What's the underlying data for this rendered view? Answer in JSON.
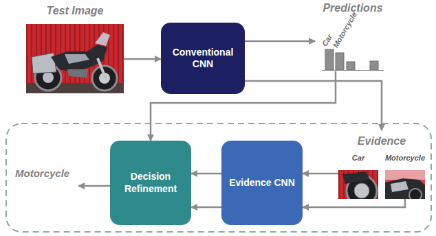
{
  "diagram": {
    "nodes": [
      {
        "text": [
          "Test Image"
        ]
      },
      {
        "text": [
          "Conventional CNN"
        ]
      },
      {
        "text": [
          "Predictions"
        ]
      },
      {
        "text": [
          "Evidence"
        ]
      },
      {
        "text": [
          "Car"
        ],
        "in": 3
      },
      {
        "text": [
          "Motorcycle"
        ],
        "in": 3
      },
      {
        "text": [
          "Evidence CNN"
        ]
      },
      {
        "text": [
          "Decision Refinement"
        ]
      }
    ],
    "edges": [
      {
        "from": 0,
        "to": 1,
        "arrow": "to"
      },
      {
        "from": 1,
        "to": 2,
        "arrow": "to"
      },
      {
        "from": 1,
        "to": 3,
        "arrow": "to"
      },
      {
        "from": 2,
        "to": 7,
        "arrow": "to"
      },
      {
        "from": 4,
        "to": 6,
        "arrow": "to"
      },
      {
        "from": 5,
        "to": 6,
        "arrow": "to"
      },
      {
        "from": 6,
        "to": 7,
        "arrow": "to"
      },
      {
        "from": 6,
        "to": 7,
        "arrow": "to"
      }
    ],
    "labels": [
      "Car",
      "Motorcycle",
      "Motorcycle"
    ]
  }
}
